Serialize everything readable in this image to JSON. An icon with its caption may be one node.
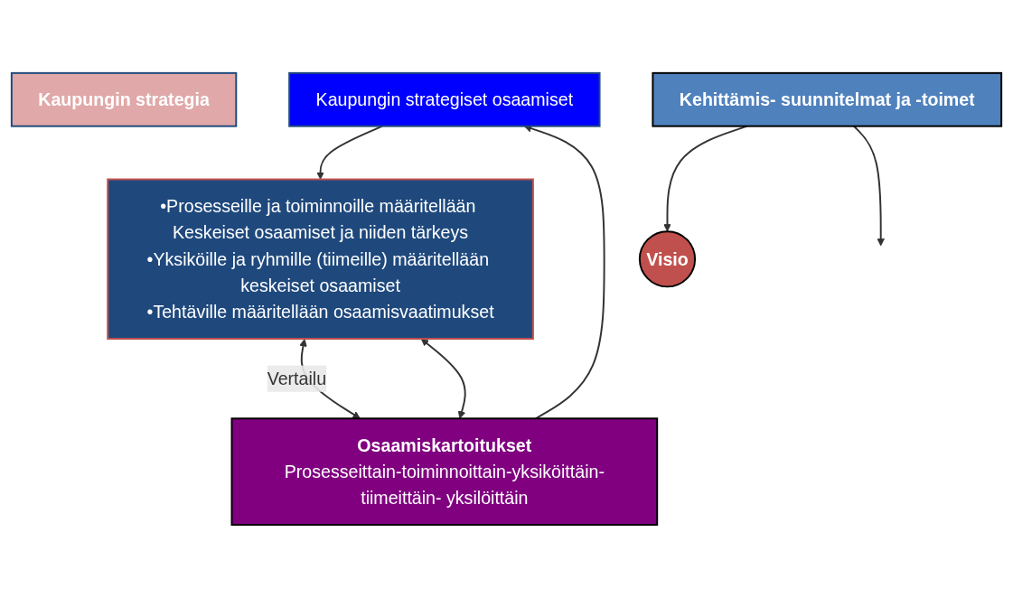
{
  "diagram": {
    "nodes": [
      {
        "text": [
          "Kaupungin strategia"
        ]
      },
      {
        "text": [
          "Kaupungin strategiset osaamiset"
        ]
      },
      {
        "text": [
          "•Prosesseille ja toiminnoille määritellään Keskeiset osaamiset ja niiden tärkeys",
          "•Yksiköille ja ryhmille (tiimeille) määritellään keskeiset osaamiset",
          "•Tehtäville määritellään osaamisvaatimukset"
        ]
      },
      {
        "text": [
          "Osaamiskartoitukset",
          "Prosesseittain-toiminnoittain-yksiköittäin-tiimeittäin- yksilöittäin"
        ]
      },
      {
        "text": [
          "Kehittämis- suunnitelmat ja -toimet"
        ]
      },
      {
        "text": [
          "Visio"
        ]
      }
    ],
    "edges": [
      {
        "from": 1,
        "to": 2,
        "arrow": "to"
      },
      {
        "from": 2,
        "to": 3,
        "arrow": "both",
        "label": "Vertailu"
      },
      {
        "from": 2,
        "to": 3,
        "arrow": "both"
      },
      {
        "from": 3,
        "to": 1,
        "arrow": "to"
      },
      {
        "from": 4,
        "to": 5,
        "arrow": "to"
      },
      {
        "from": 4,
        "to": null,
        "arrow": "to"
      }
    ]
  }
}
